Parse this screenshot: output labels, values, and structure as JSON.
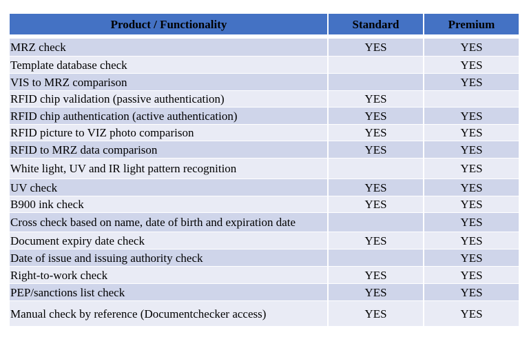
{
  "table": {
    "header": {
      "product": "Product / Functionality",
      "standard": "Standard",
      "premium": "Premium"
    },
    "rows": [
      {
        "label": "MRZ check",
        "standard": "YES",
        "premium": "YES",
        "height": 26
      },
      {
        "label": "Template database check",
        "standard": "",
        "premium": "YES",
        "height": 25
      },
      {
        "label": "VIS to MRZ comparison",
        "standard": "",
        "premium": "YES",
        "height": 25
      },
      {
        "label": "RFID chip validation (passive authentication)",
        "standard": "YES",
        "premium": "",
        "height": 24
      },
      {
        "label": "RFID chip authentication (active authentication)",
        "standard": "YES",
        "premium": "YES",
        "height": 25
      },
      {
        "label": "RFID picture to VIZ photo comparison",
        "standard": "YES",
        "premium": "YES",
        "height": 24
      },
      {
        "label": "RFID to MRZ data comparison",
        "standard": "YES",
        "premium": "YES",
        "height": 25
      },
      {
        "label": "White light, UV and IR light pattern recognition",
        "standard": "",
        "premium": "YES",
        "height": 30
      },
      {
        "label": "UV check",
        "standard": "YES",
        "premium": "YES",
        "height": 25
      },
      {
        "label": "B900 ink check",
        "standard": "YES",
        "premium": "YES",
        "height": 24
      },
      {
        "label": "Cross check based on name, date of birth and expiration date",
        "standard": "",
        "premium": "YES",
        "height": 28
      },
      {
        "label": "Document expiry date check",
        "standard": "YES",
        "premium": "YES",
        "height": 25
      },
      {
        "label": "Date of issue and issuing authority check",
        "standard": "",
        "premium": "YES",
        "height": 25
      },
      {
        "label": "Right-to-work check",
        "standard": "YES",
        "premium": "YES",
        "height": 25
      },
      {
        "label": "PEP/sanctions list check",
        "standard": "YES",
        "premium": "YES",
        "height": 25
      },
      {
        "label": "Manual check by reference (Documentchecker access)",
        "standard": "YES",
        "premium": "YES",
        "height": 37
      }
    ]
  },
  "colors": {
    "header_bg": "#4472C4",
    "row_dark": "#CFD5EA",
    "row_light": "#E9EBF5"
  }
}
